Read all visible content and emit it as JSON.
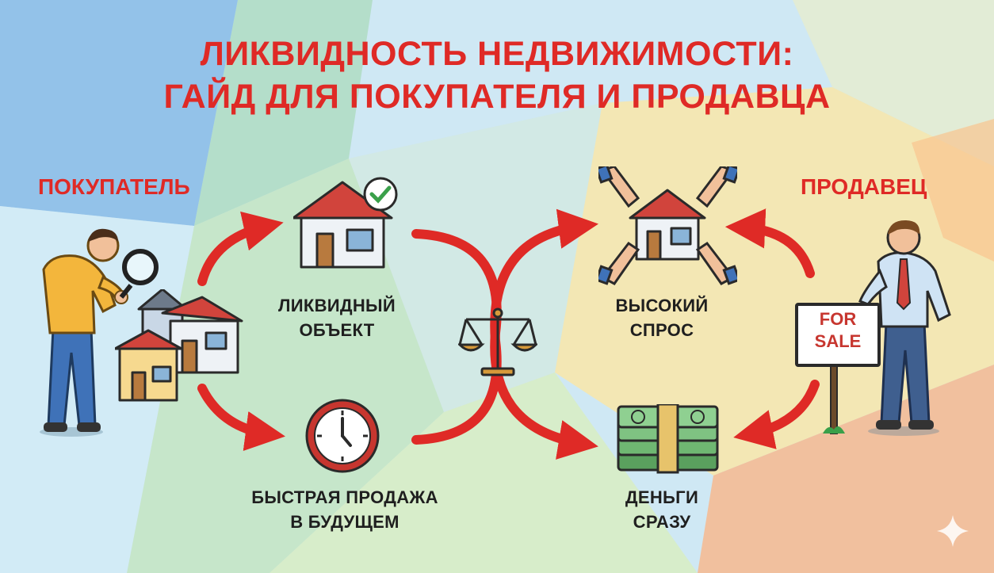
{
  "title": {
    "line1": "ЛИКВИДНОСТЬ НЕДВИЖИМОСТИ:",
    "line2": "ГАЙД ДЛЯ ПОКУПАТЕЛЯ И ПРОДАВЦА"
  },
  "roles": {
    "buyer": "ПОКУПАТЕЛЬ",
    "seller": "ПРОДАВЕЦ"
  },
  "nodes": {
    "liquid_line1": "ЛИКВИДНЫЙ",
    "liquid_line2": "ОБЪЕКТ",
    "quick_line1": "БЫСТРАЯ ПРОДАЖА",
    "quick_line2": "В БУДУЩЕМ",
    "demand_line1": "ВЫСОКИЙ",
    "demand_line2": "СПРОС",
    "money_line1": "ДЕНЬГИ",
    "money_line2": "СРАЗУ"
  },
  "sign": {
    "line1": "FOR",
    "line2": "SALE"
  },
  "colors": {
    "accent": "#df2a26",
    "text": "#1f1f1f",
    "sky": "#cfe8f4"
  },
  "icons": [
    "magnifier-icon",
    "checkmark-icon",
    "clock-icon",
    "scales-icon",
    "handshake-house-icon",
    "money-stack-icon",
    "for-sale-sign-icon",
    "sparkle-icon"
  ]
}
